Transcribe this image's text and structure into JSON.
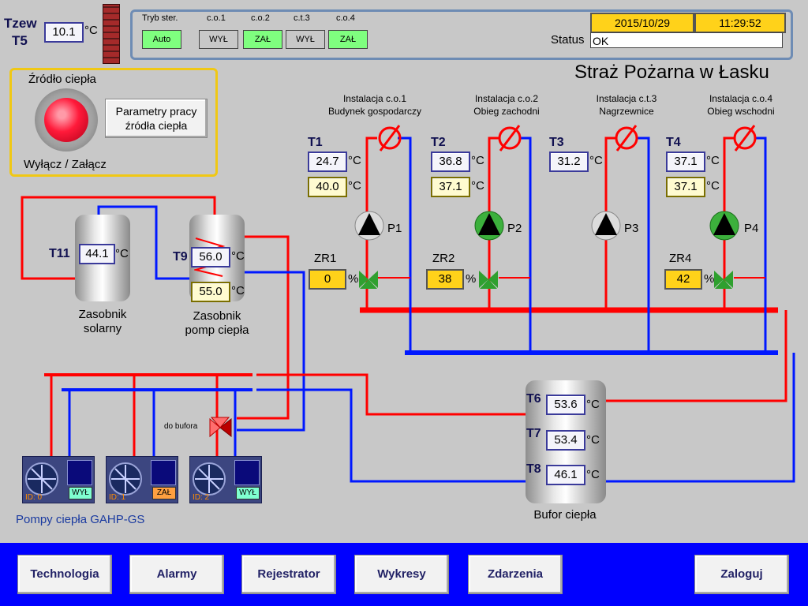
{
  "header": {
    "tzew_label": "Tzew",
    "t5_label": "T5",
    "t5_value": "10.1",
    "unit_c": "°C",
    "tryb_label": "Tryb ster.",
    "tryb_value": "Auto",
    "circuits": [
      {
        "name": "c.o.1",
        "state": "WYŁ"
      },
      {
        "name": "c.o.2",
        "state": "ZAŁ"
      },
      {
        "name": "c.t.3",
        "state": "WYŁ"
      },
      {
        "name": "c.o.4",
        "state": "ZAŁ"
      }
    ],
    "date": "2015/10/29",
    "time": "11:29:52",
    "status_label": "Status",
    "status_value": "OK",
    "title": "Straż Pożarna w Łasku"
  },
  "source": {
    "title": "Źródło ciepła",
    "toggle_label": "Wyłącz / Załącz",
    "params_button": "Parametry pracy źródła ciepła"
  },
  "installations": [
    {
      "line1": "Instalacja c.o.1",
      "line2": "Budynek gospodarczy",
      "t_label": "T1",
      "t_value": "24.7",
      "t_set": "40.0",
      "pump": "P1",
      "zr_label": "ZR1",
      "zr_value": "0"
    },
    {
      "line1": "Instalacja c.o.2",
      "line2": "Obieg zachodni",
      "t_label": "T2",
      "t_value": "36.8",
      "t_set": "37.1",
      "pump": "P2",
      "zr_label": "ZR2",
      "zr_value": "38"
    },
    {
      "line1": "Instalacja c.t.3",
      "line2": "Nagrzewnice",
      "t_label": "T3",
      "t_value": "31.2",
      "pump": "P3"
    },
    {
      "line1": "Instalacja c.o.4",
      "line2": "Obieg wschodni",
      "t_label": "T4",
      "t_value": "37.1",
      "t_set": "37.1",
      "pump": "P4",
      "zr_label": "ZR4",
      "zr_value": "42"
    }
  ],
  "percent": "%",
  "tanks": {
    "solar_label": "T11",
    "solar_value": "44.1",
    "solar_name_1": "Zasobnik",
    "solar_name_2": "solarny",
    "hp_label": "T9",
    "hp_value": "56.0",
    "hp_value2": "55.0",
    "hp_name_1": "Zasobnik",
    "hp_name_2": "pomp ciepła",
    "buffer_name": "Bufor ciepła",
    "t6_label": "T6",
    "t6_value": "53.6",
    "t7_label": "T7",
    "t7_value": "53.4",
    "t8_label": "T8",
    "t8_value": "46.1"
  },
  "valve_label": "do bufora",
  "heat_pumps": {
    "group_label": "Pompy ciepła GAHP-GS",
    "units": [
      {
        "id": "ID: 0",
        "state": "WYŁ"
      },
      {
        "id": "ID: 1",
        "state": "ZAŁ"
      },
      {
        "id": "ID: 2",
        "state": "WYŁ"
      }
    ]
  },
  "nav": {
    "technologia": "Technologia",
    "alarmy": "Alarmy",
    "rejestrator": "Rejestrator",
    "wykresy": "Wykresy",
    "zdarzenia": "Zdarzenia",
    "zaloguj": "Zaloguj"
  },
  "colors": {
    "hot_pipe": "#ff0000",
    "cold_pipe": "#0018ff",
    "nav_bar": "#0000ff",
    "on_green": "#7fff7f",
    "setpoint_yellow": "#ffd21a"
  }
}
